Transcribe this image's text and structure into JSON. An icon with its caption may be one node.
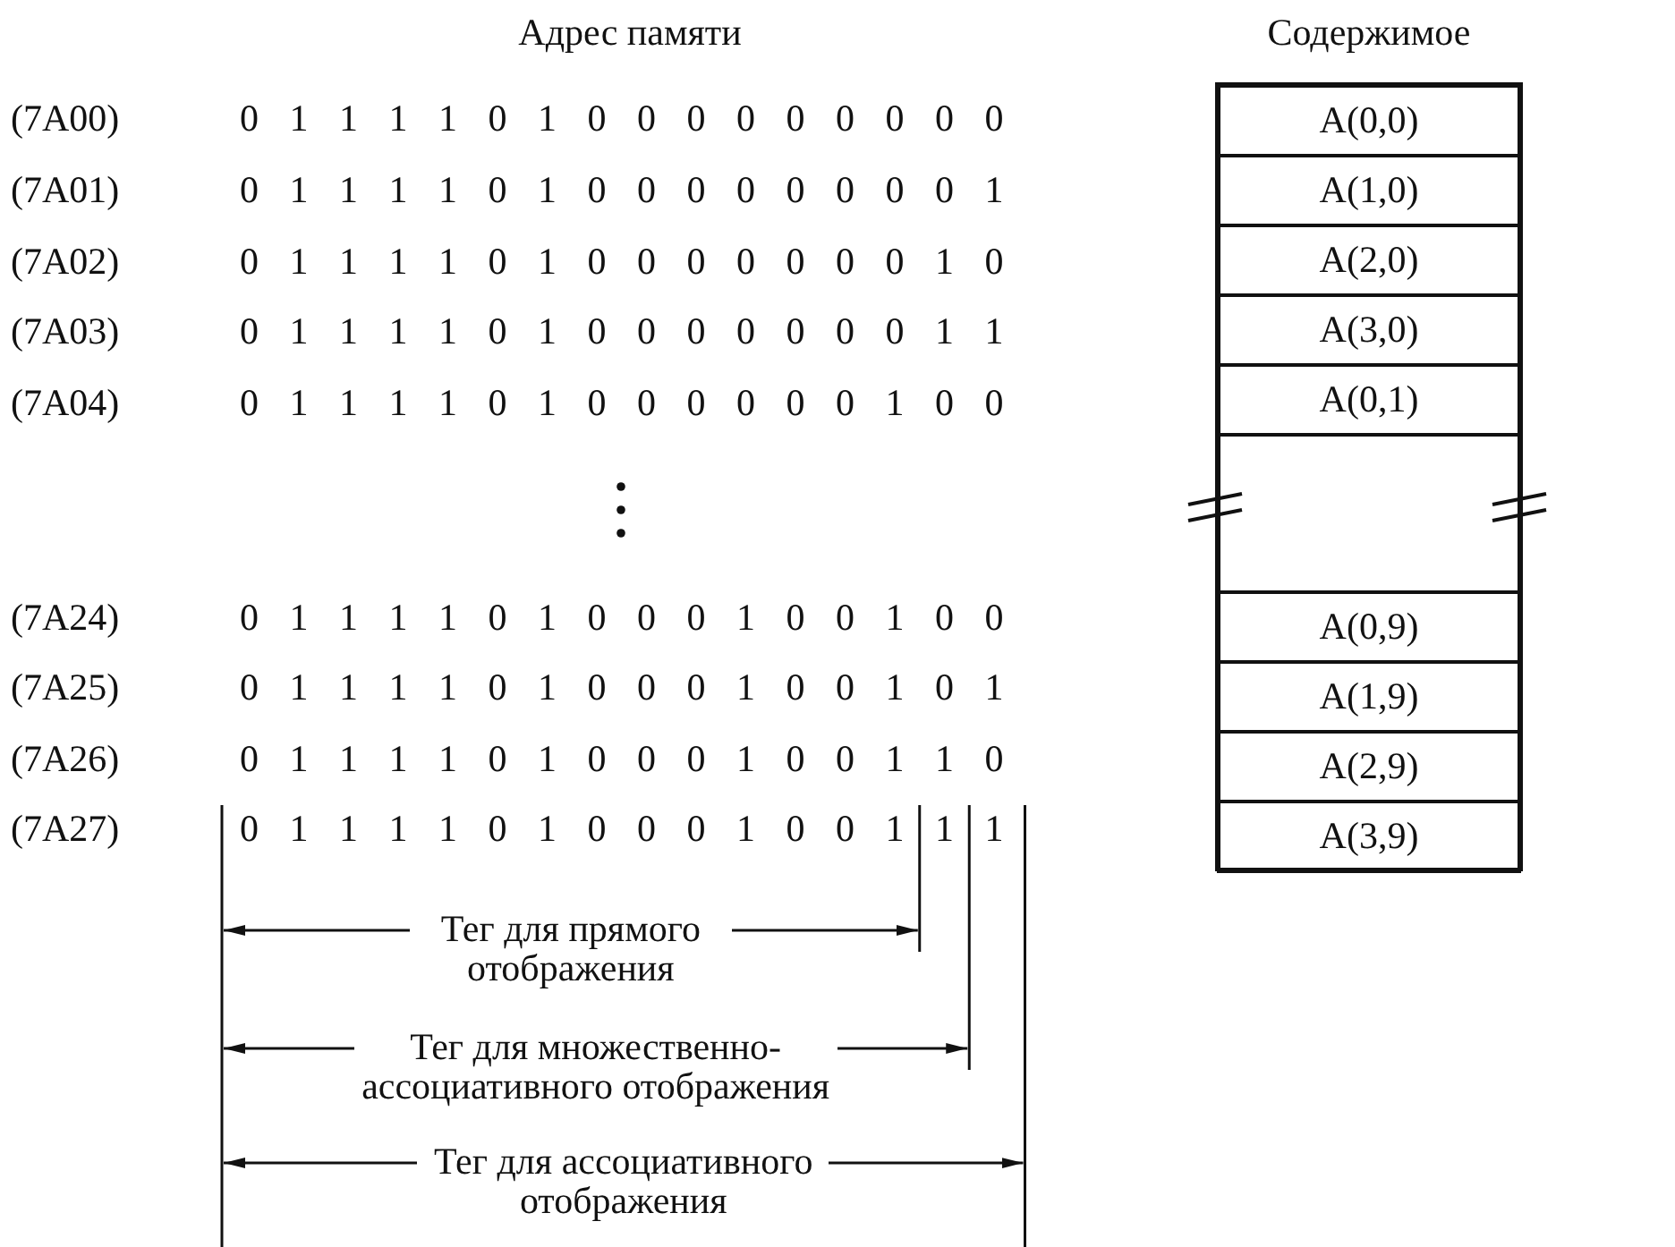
{
  "diagram": {
    "nodes": [
      {
        "text": [
          "A(0,0)"
        ]
      },
      {
        "text": [
          "A(1,0)"
        ]
      },
      {
        "text": [
          "A(2,0)"
        ]
      },
      {
        "text": [
          "A(3,0)"
        ]
      },
      {
        "text": [
          "A(0,1)"
        ]
      },
      {
        "text": [],
        "shape": "box"
      },
      {
        "text": [
          "A(0,9)"
        ]
      },
      {
        "text": [
          "A(1,9)"
        ]
      },
      {
        "text": [
          "A(2,9)"
        ]
      },
      {
        "text": [
          "A(3,9)"
        ]
      }
    ],
    "edges": [],
    "labels": [
      "Адрес памяти",
      "Содержимое",
      "(7A00)",
      "0 1 1 1 1 0 1 0 0 0 0 0 0 0 0 0",
      "(7A01)",
      "0 1 1 1 1 0 1 0 0 0 0 0 0 0 0 1",
      "(7A02)",
      "0 1 1 1 1 0 1 0 0 0 0 0 0 0 1 0",
      "(7A03)",
      "0 1 1 1 1 0 1 0 0 0 0 0 0 0 1 1",
      "(7A04)",
      "0 1 1 1 1 0 1 0 0 0 0 0 0 1 0 0",
      "(7A24)",
      "0 1 1 1 1 0 1 0 0 0 1 0 0 1 0 0",
      "(7A25)",
      "0 1 1 1 1 0 1 0 0 0 1 0 0 1 0 1",
      "(7A26)",
      "0 1 1 1 1 0 1 0 0 0 1 0 0 1 1 0",
      "(7A27)",
      "0 1 1 1 1 0 1 0 0 0 1 0 0 1 1 1",
      "Тег для прямого отображения",
      "Тег для множественно-ассоциативного отображения",
      "Тег для ассоциативного отображения"
    ]
  }
}
